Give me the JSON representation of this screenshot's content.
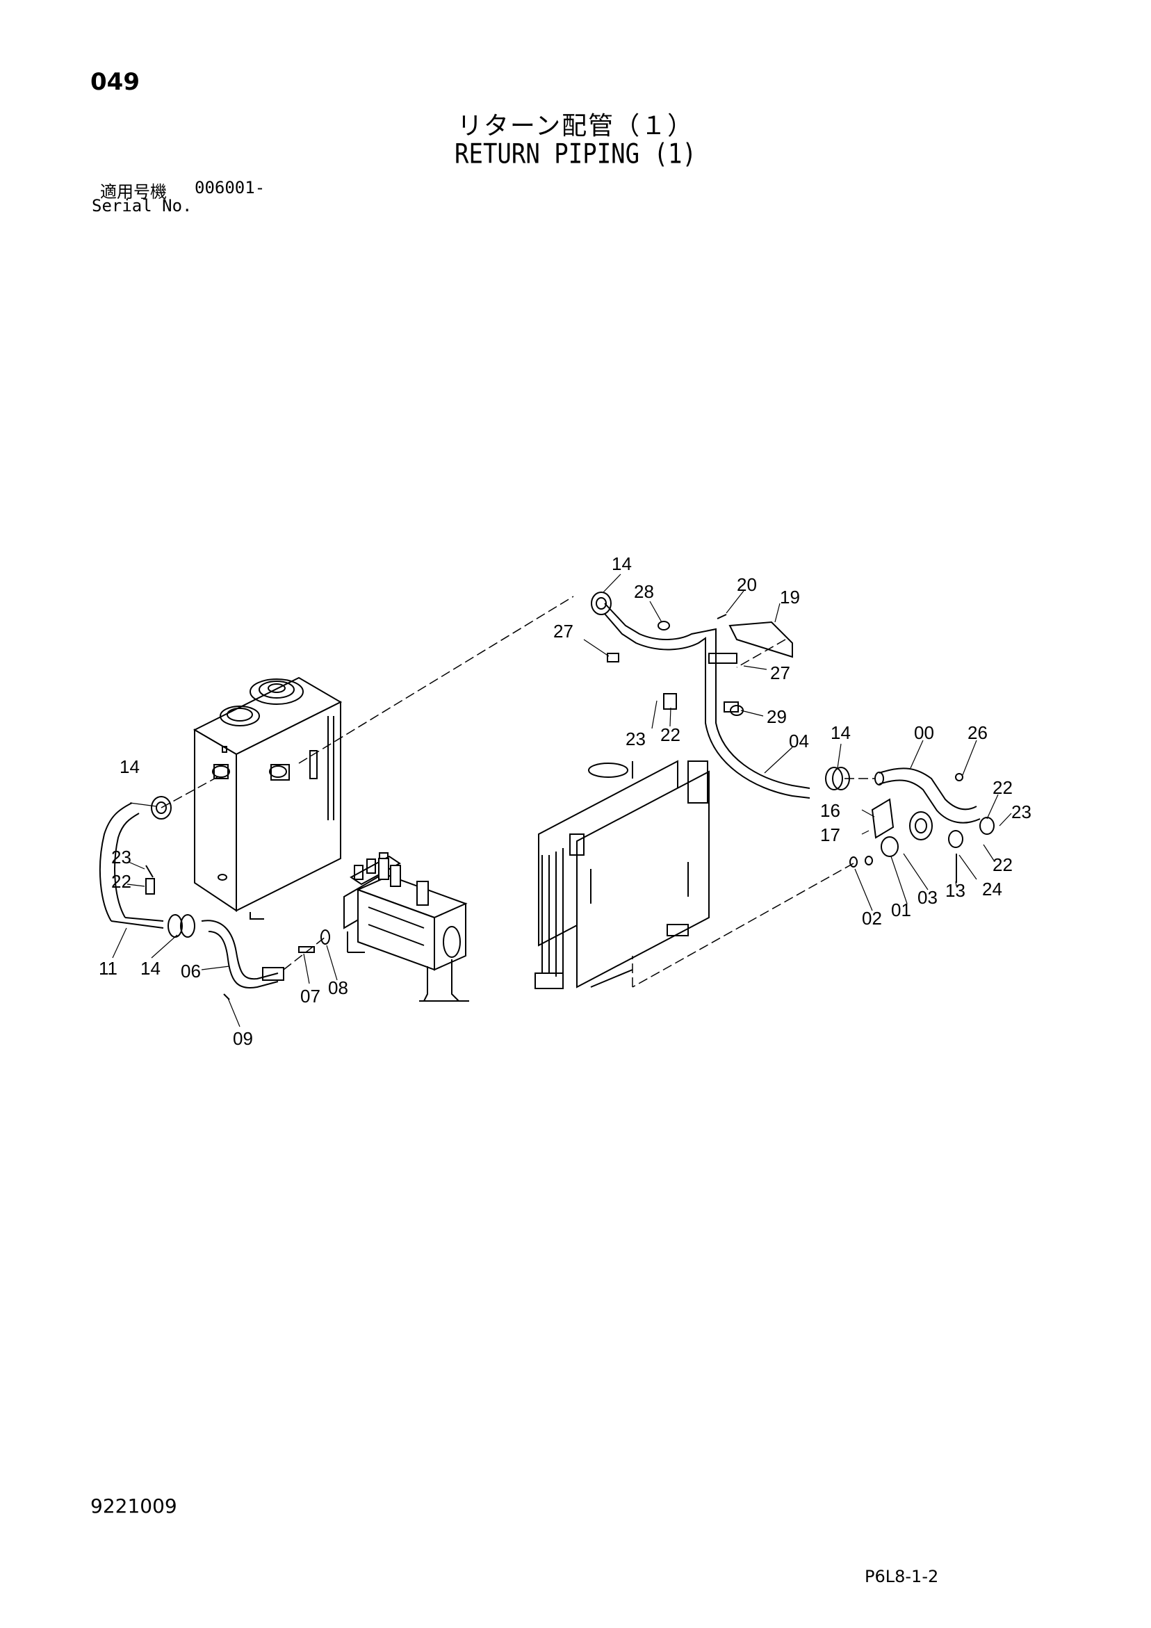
{
  "header": {
    "page_number": "049",
    "title_jp": "リターン配管（１）",
    "title_en": "RETURN PIPING (1)",
    "serial_label_jp": "適用号機",
    "serial_value": "006001-",
    "serial_label_en": "Serial No."
  },
  "footer": {
    "doc_code": "9221009",
    "page_code": "P6L8-1-2"
  },
  "callouts": {
    "c00": "00",
    "c01": "01",
    "c02": "02",
    "c03": "03",
    "c04": "04",
    "c06": "06",
    "c07": "07",
    "c08": "08",
    "c09": "09",
    "c11": "11",
    "c13": "13",
    "c14a": "14",
    "c14b": "14",
    "c14c": "14",
    "c14d": "14",
    "c16": "16",
    "c17": "17",
    "c19": "19",
    "c20": "20",
    "c22a": "22",
    "c22b": "22",
    "c22c": "22",
    "c22d": "22",
    "c23a": "23",
    "c23b": "23",
    "c23c": "23",
    "c24": "24",
    "c26": "26",
    "c27a": "27",
    "c27b": "27",
    "c28": "28",
    "c29": "29"
  }
}
